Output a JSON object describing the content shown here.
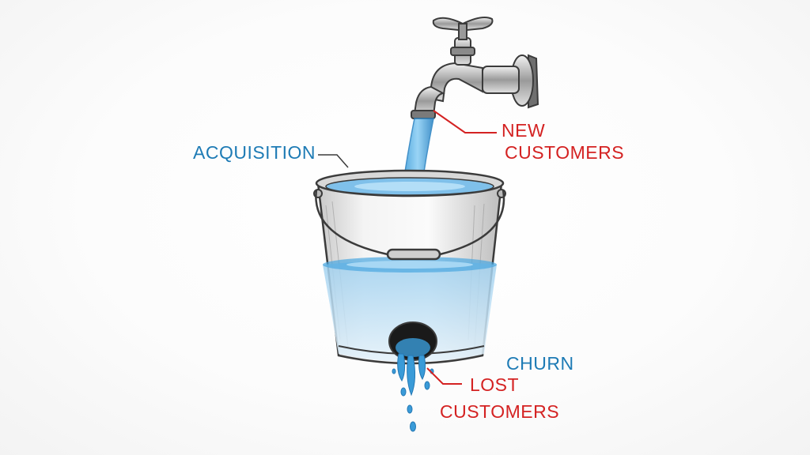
{
  "colors": {
    "acquisition_text": "#1e7bb5",
    "customers_text": "#d42222",
    "churn_text": "#1e7bb5",
    "water": "#3a9bd8",
    "sketch_line": "#3b3b3b"
  },
  "labels": {
    "acquisition": "ACQUISITION",
    "new_customers_line1": "NEW",
    "new_customers_line2": "CUSTOMERS",
    "churn": "CHURN",
    "lost_customers_line1": "LOST",
    "lost_customers_line2": "CUSTOMERS"
  }
}
